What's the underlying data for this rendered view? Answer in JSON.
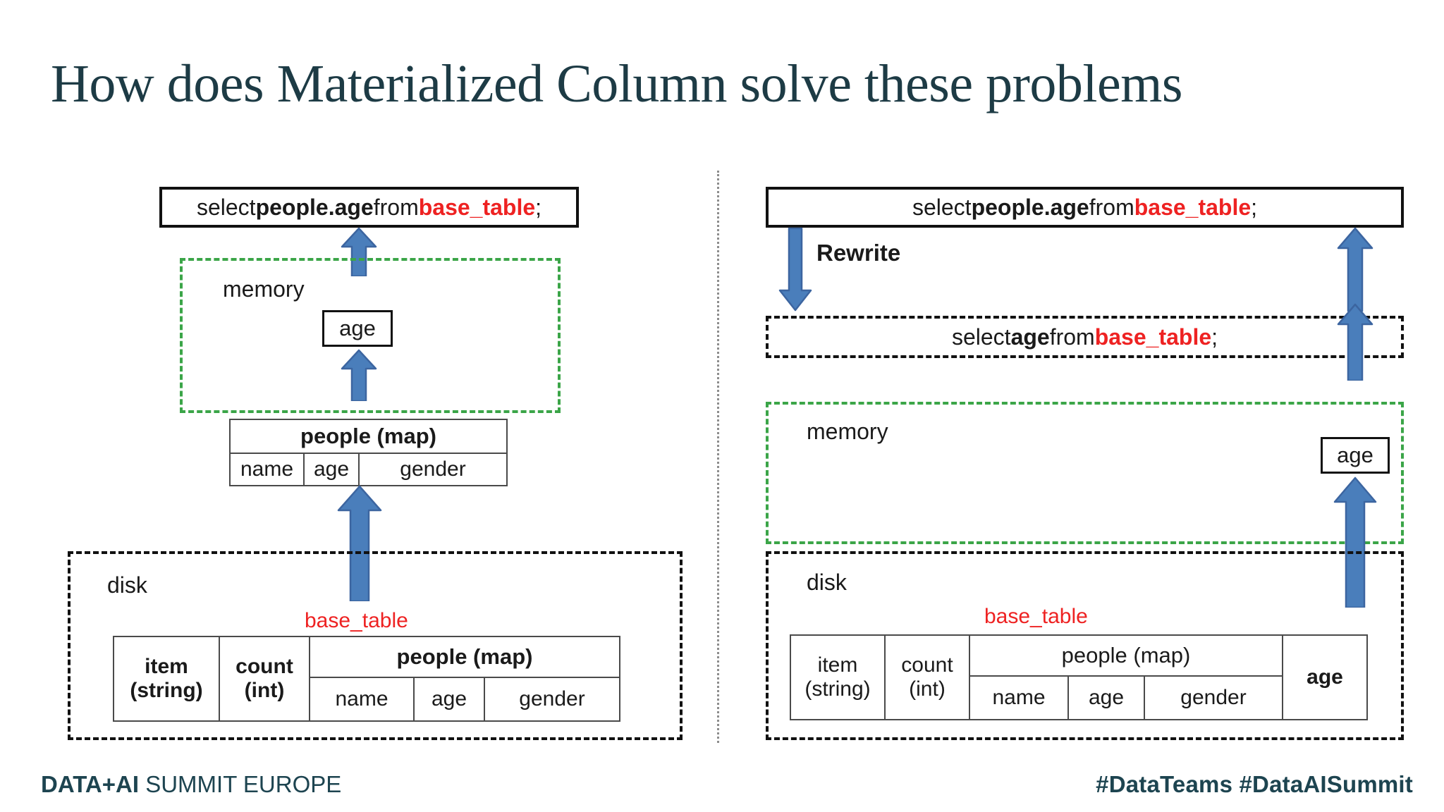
{
  "slide": {
    "title": "How does Materialized Column solve these problems"
  },
  "colors": {
    "title": "#1d3b45",
    "accent_red": "#ee2222",
    "memory_green": "#3ba548",
    "arrow_blue": "#4a7ebb",
    "disk_black": "#111111",
    "footer": "#1d4450"
  },
  "left_panel": {
    "query": {
      "prefix": "select ",
      "column": "people.age",
      "middle": " from ",
      "table": "base_table",
      "suffix": ";"
    },
    "memory": {
      "label": "memory",
      "result_chip": "age",
      "table": {
        "map_header": "people (map)",
        "sub_columns": [
          "name",
          "age",
          "gender"
        ]
      }
    },
    "disk": {
      "label": "disk",
      "table_name": "base_table",
      "table": {
        "columns": [
          {
            "line1": "item",
            "line2": "(string)",
            "bold": true
          },
          {
            "line1": "count",
            "line2": "(int)",
            "bold": true
          }
        ],
        "map_header": "people (map)",
        "sub_columns": [
          "name",
          "age",
          "gender"
        ]
      }
    }
  },
  "right_panel": {
    "query": {
      "prefix": "select ",
      "column": "people.age",
      "middle": " from ",
      "table": "base_table",
      "suffix": ";"
    },
    "rewrite_label": "Rewrite",
    "rewritten_query": {
      "prefix": "select ",
      "column": "age",
      "middle": " from ",
      "table": "base_table",
      "suffix": ";"
    },
    "memory": {
      "label": "memory",
      "result_chip": "age"
    },
    "disk": {
      "label": "disk",
      "table_name": "base_table",
      "table": {
        "columns": [
          {
            "line1": "item",
            "line2": "(string)",
            "bold": false
          },
          {
            "line1": "count",
            "line2": "(int)",
            "bold": false
          }
        ],
        "map_header": "people (map)",
        "sub_columns": [
          "name",
          "age",
          "gender"
        ],
        "materialized_column": "age"
      }
    }
  },
  "footer": {
    "brand_bold": "DATA+AI",
    "brand_rest": " SUMMIT EUROPE",
    "hashtags": "#DataTeams  #DataAISummit"
  }
}
